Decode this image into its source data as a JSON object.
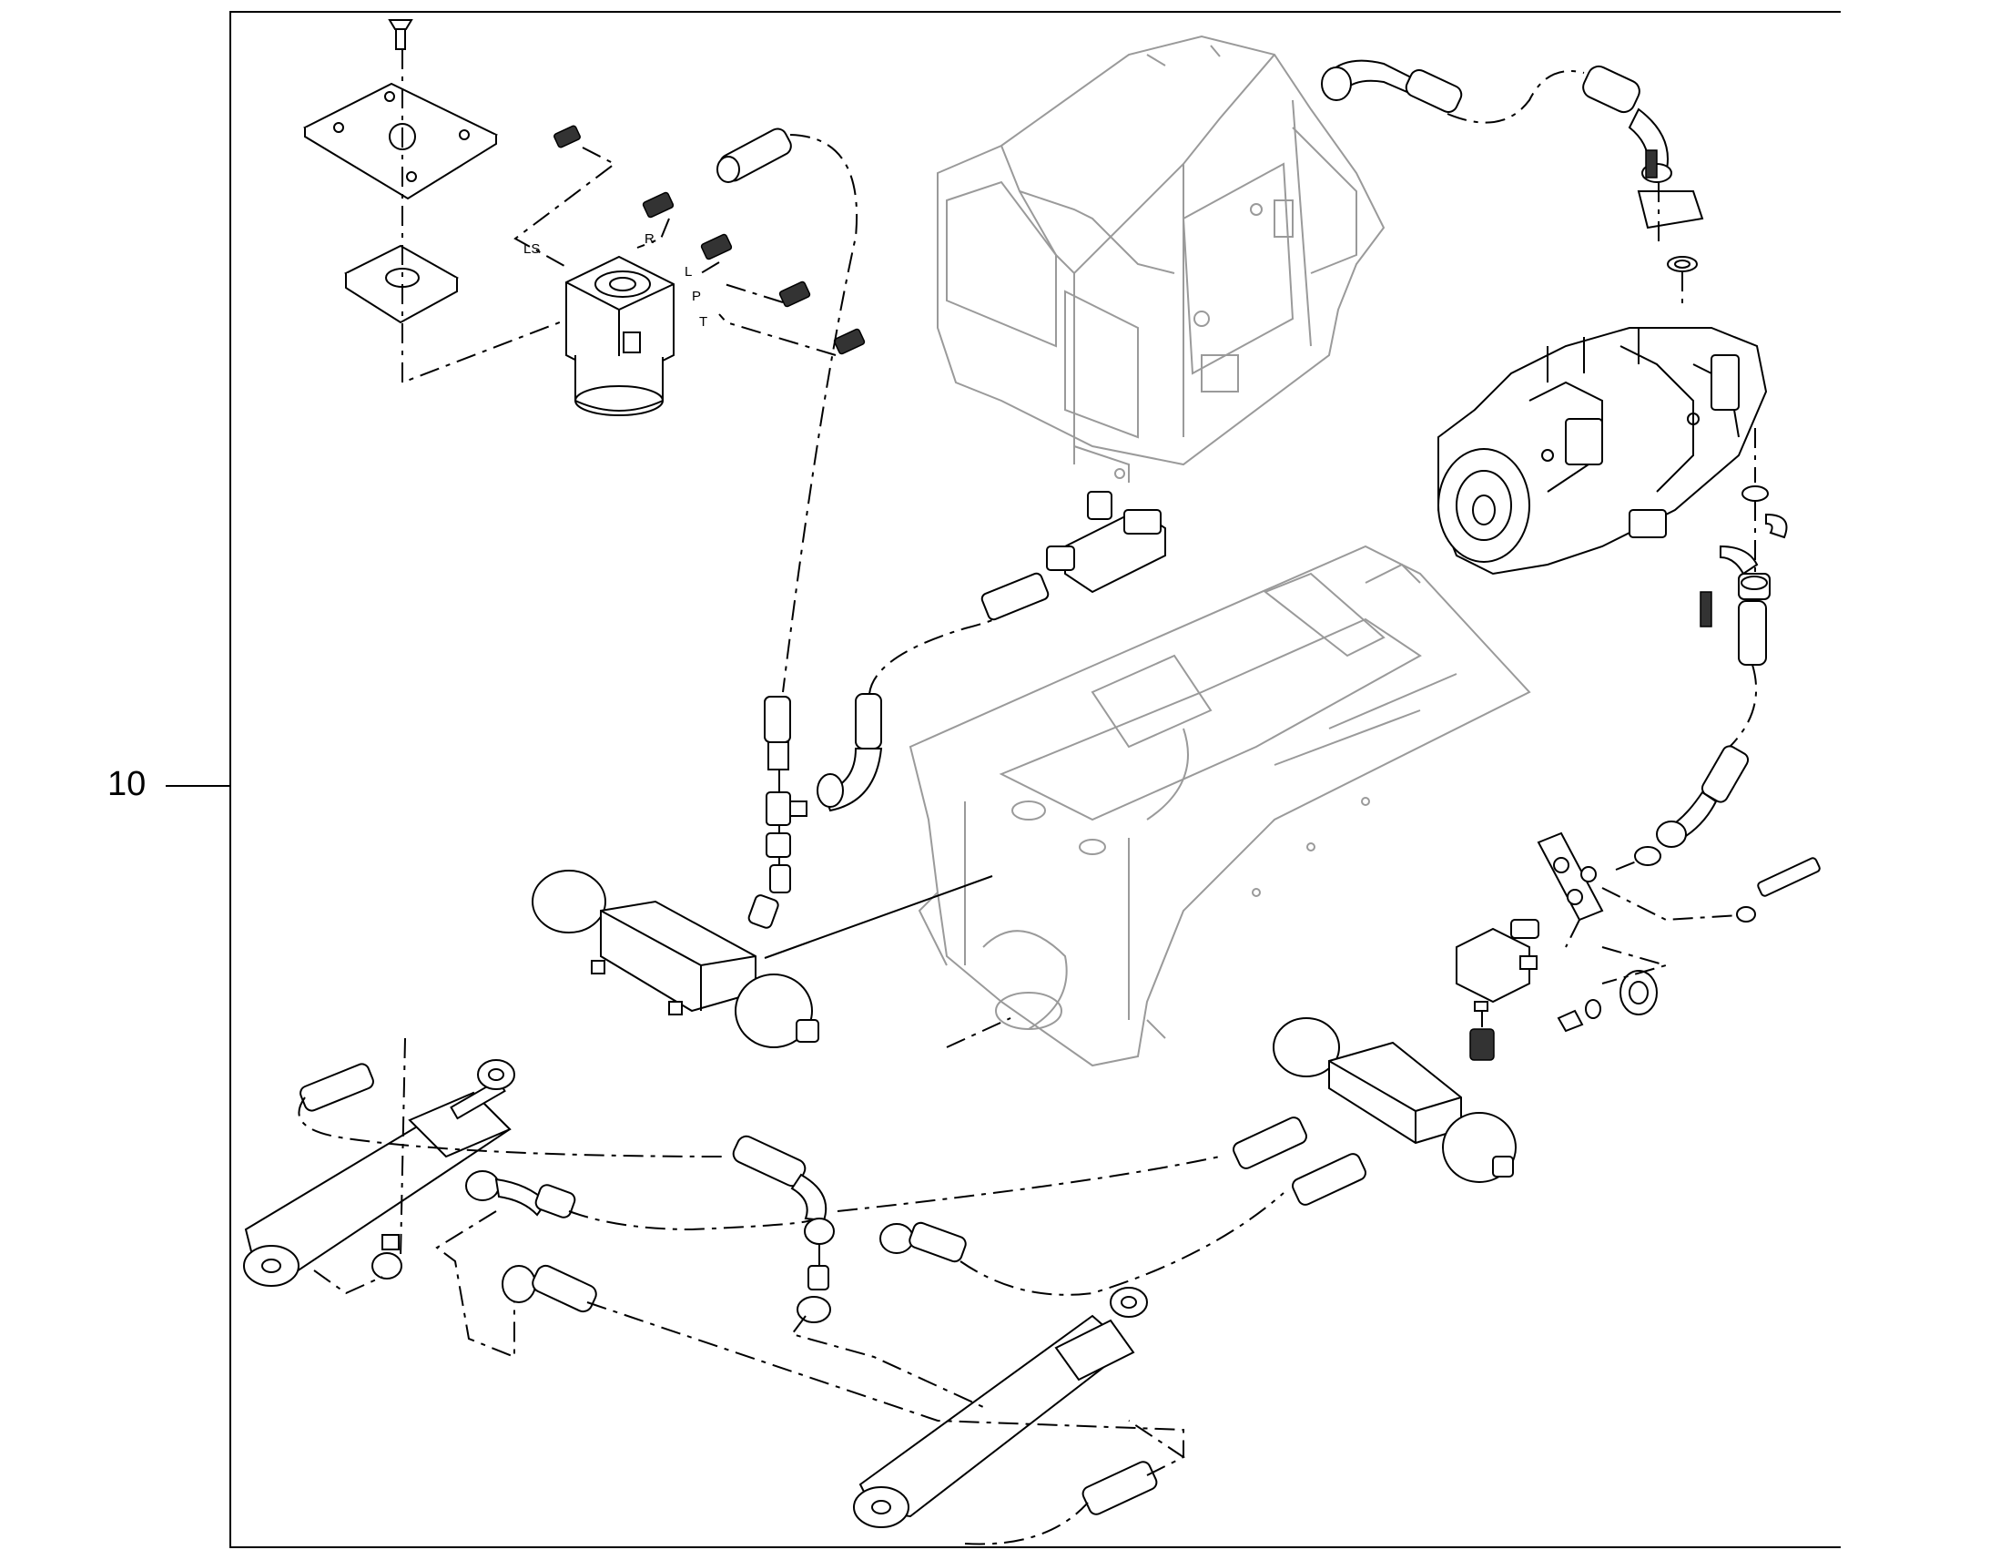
{
  "callout": {
    "number": "10"
  },
  "ports": {
    "ls": "LS",
    "r": "R",
    "l": "L",
    "p": "P",
    "t": "T"
  }
}
